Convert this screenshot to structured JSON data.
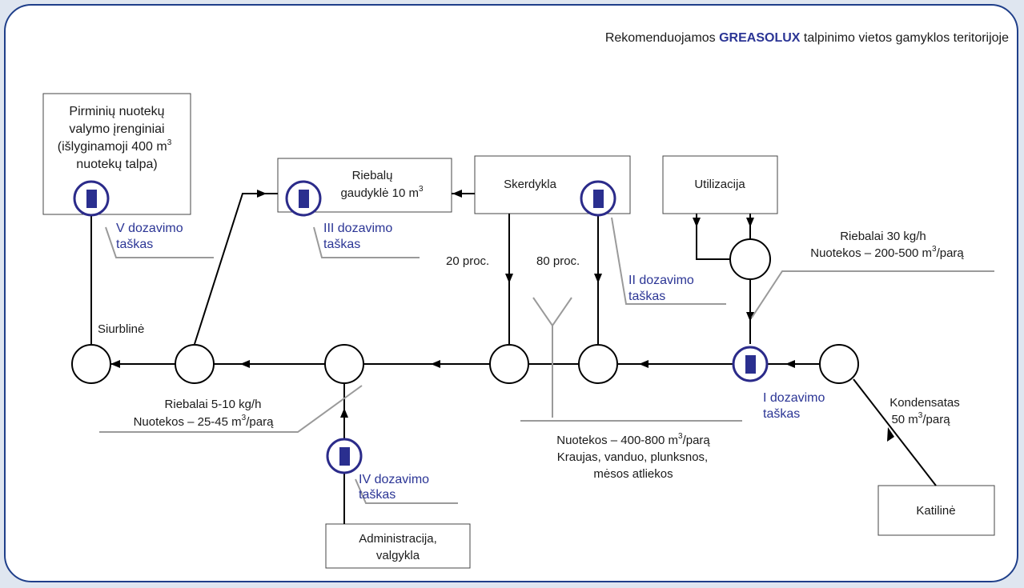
{
  "title": {
    "before": "Rekomenduojamos ",
    "brand": "GREASOLUX",
    "after": " talpinimo vietos gamyklos teritorijoje"
  },
  "boxes": {
    "primary": [
      "Pirminių nuotekų",
      "valymo įrenginiai",
      "(išlyginamoji 400 m",
      "nuotekų talpa)"
    ],
    "primary_sup": "3",
    "grease_trap": [
      "Riebalų",
      "gaudyklė 10 m"
    ],
    "grease_trap_sup": "3",
    "slaughter": "Skerdykla",
    "utilization": "Utilizacija",
    "administration": [
      "Administracija,",
      "valgykla"
    ],
    "boiler": "Katilinė"
  },
  "dosing_points": {
    "I": [
      "I dozavimo",
      "taškas"
    ],
    "II": [
      "II dozavimo",
      "taškas"
    ],
    "III": [
      "III dozavimo",
      "taškas"
    ],
    "IV": [
      "IV dozavimo",
      "taškas"
    ],
    "V": [
      "V dozavimo",
      "taškas"
    ]
  },
  "labels": {
    "pump_station": "Siurblinė",
    "pct20": "20 proc.",
    "pct80": "80 proc.",
    "fat_left": "Riebalai 5-10 kg/h",
    "flow_left": [
      "Nuotekos – 25-45 m",
      "/parą"
    ],
    "fat_right": "Riebalai 30 kg/h",
    "flow_right": [
      "Nuotekos – 200-500 m",
      "/parą"
    ],
    "flow_center": [
      "Nuotekos – 400-800 m",
      "/parą"
    ],
    "content_center": [
      "Kraujas, vanduo, plunksnos,",
      "mėsos atliekos"
    ],
    "condensate": [
      "Kondensatas",
      "50 m",
      "/parą"
    ],
    "sup3": "3"
  },
  "colors": {
    "brand": "#2b3595",
    "frame": "#1f3f8a",
    "dosing": "#2b3595"
  }
}
